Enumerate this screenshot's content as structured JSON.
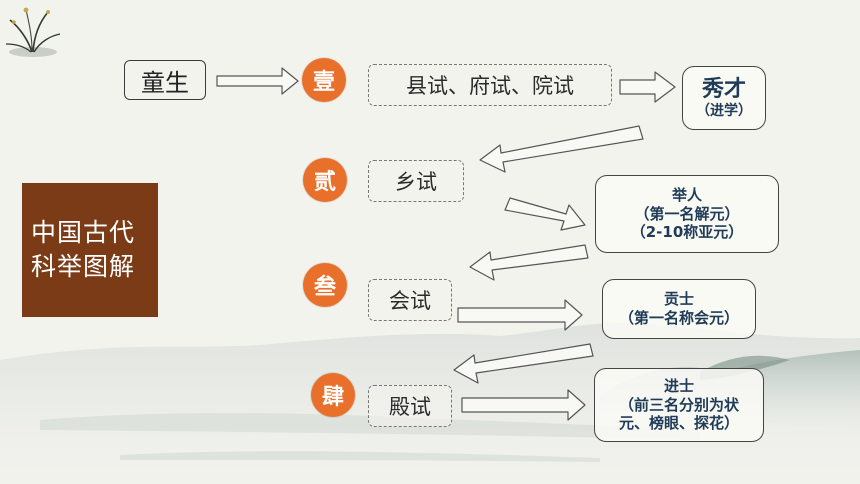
{
  "title": {
    "line1": "中国古代",
    "line2": "科举图解"
  },
  "start": {
    "label": "童生"
  },
  "stages": [
    {
      "numeral": "壹",
      "label": "县试、府试、院试"
    },
    {
      "numeral": "贰",
      "label": "乡试"
    },
    {
      "numeral": "叁",
      "label": "会试"
    },
    {
      "numeral": "肆",
      "label": "殿试"
    }
  ],
  "results": [
    {
      "lines": [
        "秀才",
        "（进学）"
      ]
    },
    {
      "lines": [
        "举人",
        "（第一名解元）",
        "（2-10称亚元）"
      ]
    },
    {
      "lines": [
        "贡士",
        "（第一名称会元）"
      ]
    },
    {
      "lines": [
        "进士",
        "（前三名分别为状",
        "元、榜眼、探花）"
      ]
    }
  ],
  "colors": {
    "accent": "#e8702a",
    "title_bg": "#7b3b16",
    "result_text": "#1f3b57"
  },
  "icons": [
    "orchid-ink-painting",
    "ink-mountain-landscape"
  ]
}
